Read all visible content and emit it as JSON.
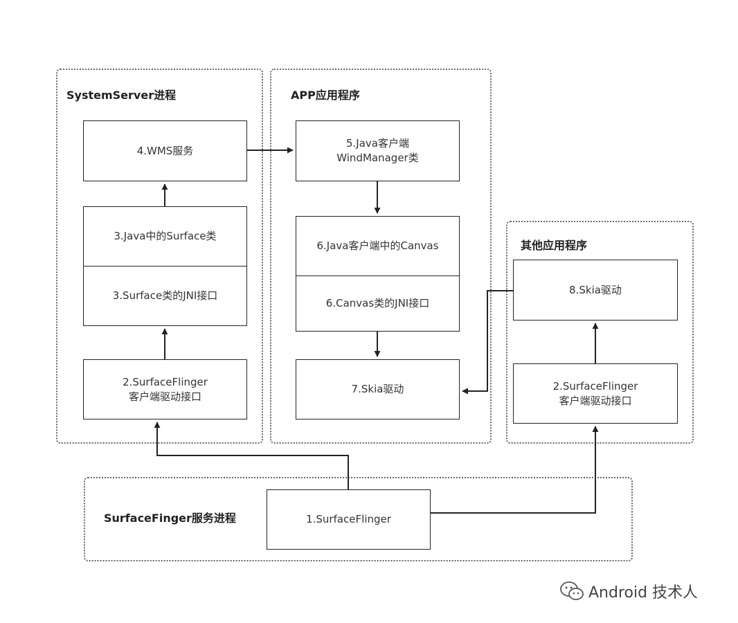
{
  "groups": {
    "system_server": "SystemServer进程",
    "app": "APP应用程序",
    "other_app": "其他应用程序",
    "surfaceflinger_process": "SurfaceFinger服务进程"
  },
  "boxes": {
    "wms": "4.WMS服务",
    "java_surface": "3.Java中的Surface类",
    "surface_jni": "3.Surface类的JNI接口",
    "sf_client_left": "2.SurfaceFlinger\n客户端驱动接口",
    "java_windmanager": "5.Java客户端\nWindManager类",
    "java_canvas": "6.Java客户端中的Canvas",
    "canvas_jni": "6.Canvas类的JNI接口",
    "skia_app": "7.Skia驱动",
    "skia_other": "8.Skia驱动",
    "sf_client_right": "2.SurfaceFlinger\n客户端驱动接口",
    "surfaceflinger": "1.SurfaceFlinger"
  },
  "watermark": {
    "text": "Android 技术人",
    "icon": "wechat-icon"
  },
  "colors": {
    "line": "#222222",
    "border": "#666666"
  }
}
